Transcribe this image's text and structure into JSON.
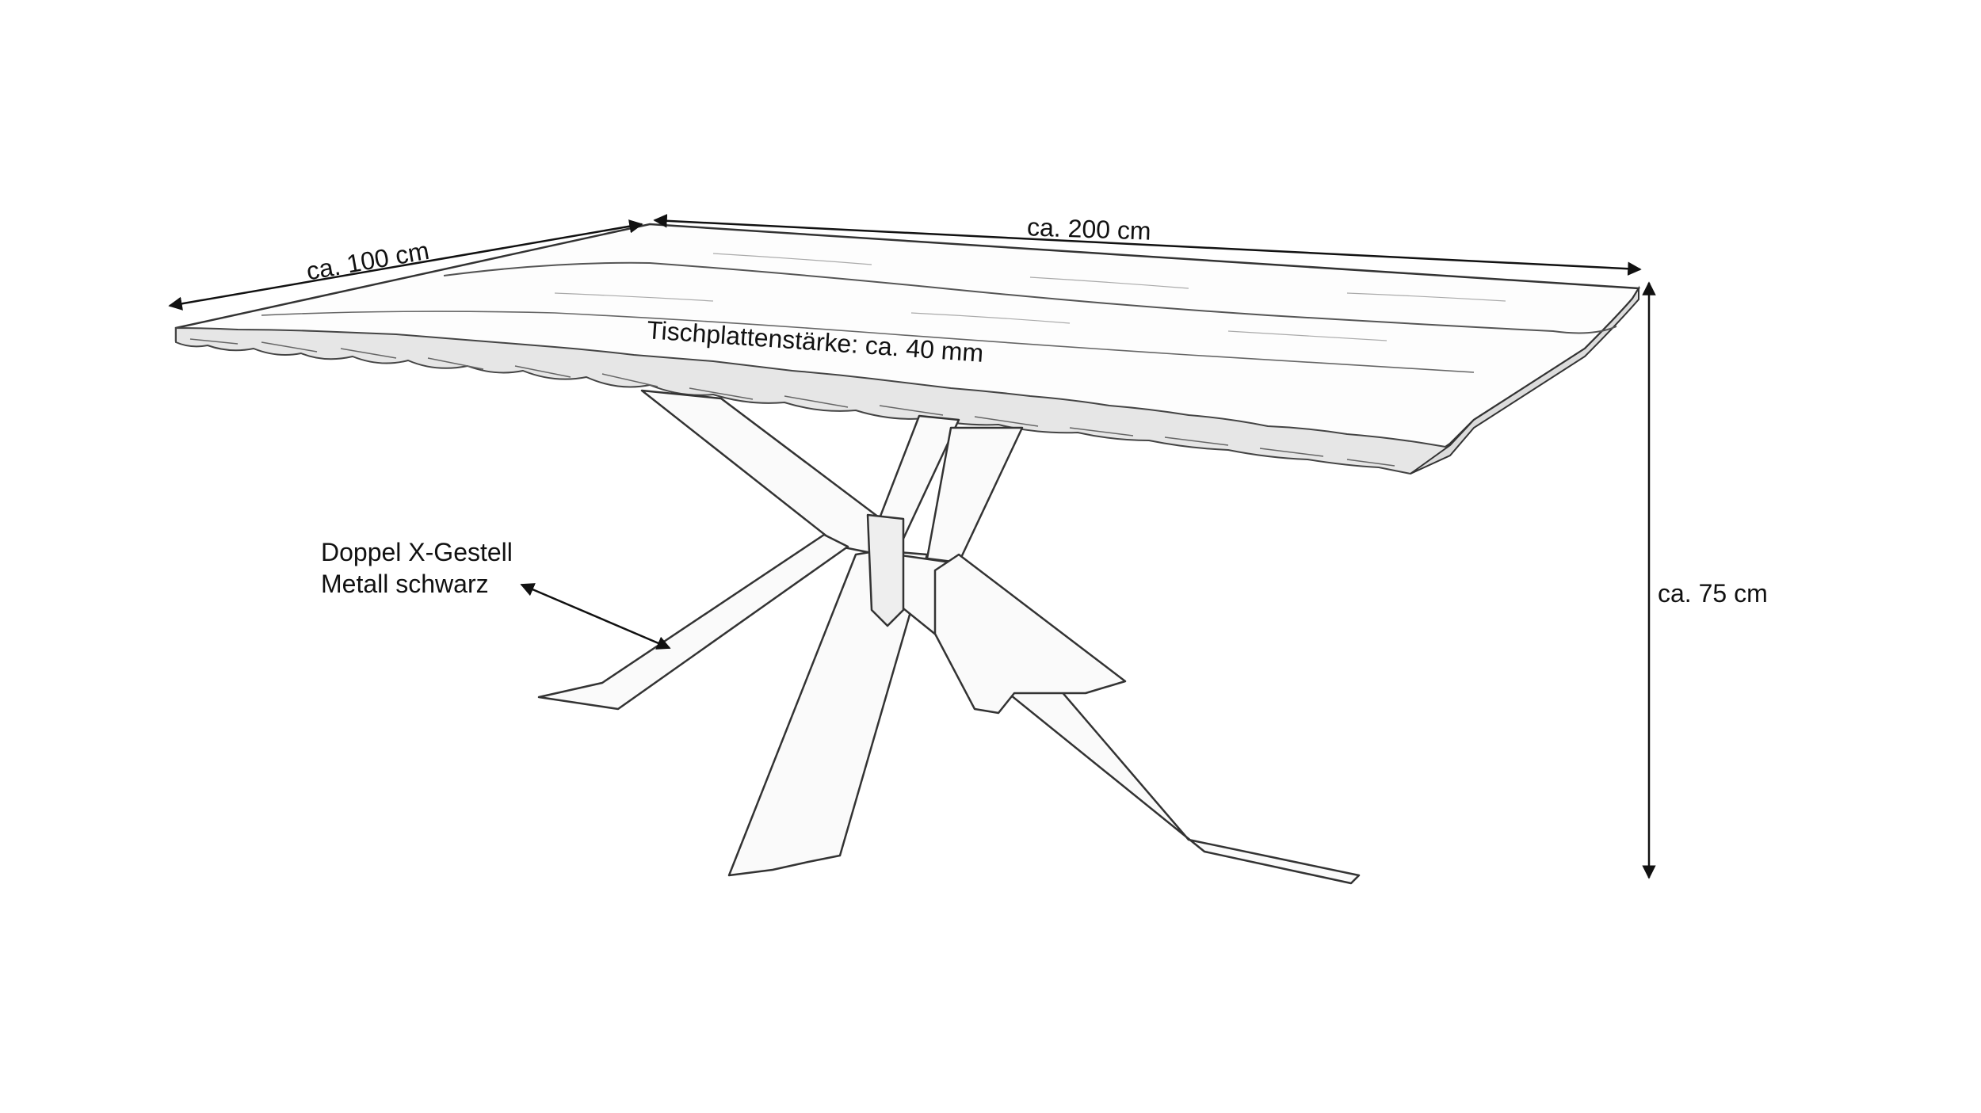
{
  "labels": {
    "width": "ca. 100 cm",
    "length": "ca. 200 cm",
    "height": "ca. 75 cm",
    "thickness": "Tischplattenstärke: ca. 40 mm",
    "frame_line1": "Doppel X-Gestell",
    "frame_line2": "Metall schwarz"
  },
  "colors": {
    "line": "#111111",
    "wood_edge": "#555555",
    "background": "#ffffff"
  }
}
